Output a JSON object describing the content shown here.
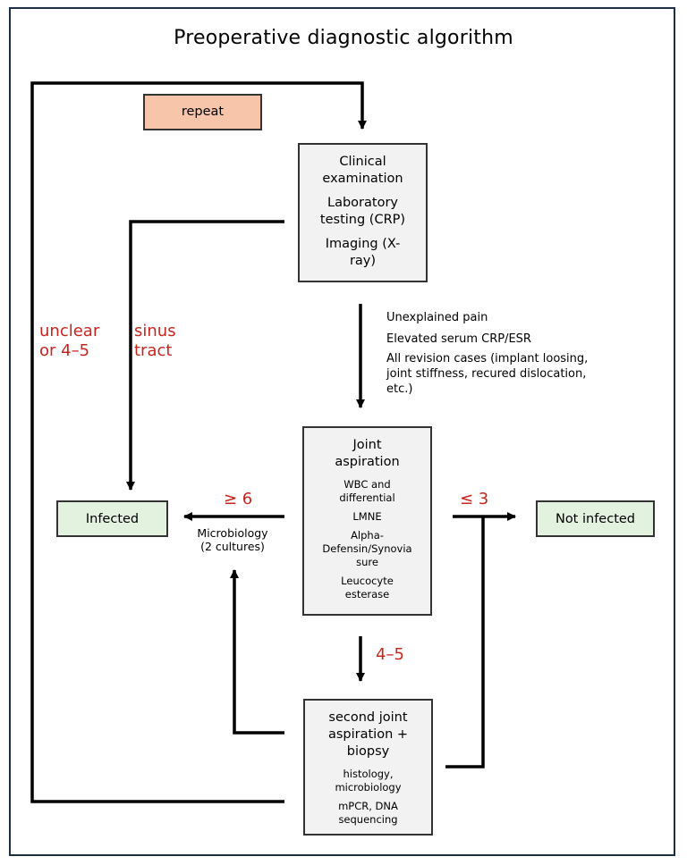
{
  "title": "Preoperative diagnostic algorithm",
  "colors": {
    "red_label": "#c8251f",
    "grey_box": "#f2f2f2",
    "green_box": "#e3f1df",
    "orange_box": "#f7c6aa"
  },
  "repeat": "repeat",
  "clinical": {
    "line1": "Clinical",
    "line2": "examination",
    "line3": "Laboratory",
    "line4": "testing (CRP)",
    "line5": "Imaging (X-",
    "line6": "ray)"
  },
  "indications": {
    "line1": "Unexplained pain",
    "line2": "Elevated serum CRP/ESR",
    "line3": "All revision cases (implant loosing,",
    "line4": "joint stiffness, recured dislocation,",
    "line5": "etc.)"
  },
  "labels": {
    "unclear_1": "unclear",
    "unclear_2": "or 4–5",
    "sinus_1": "sinus",
    "sinus_2": "tract",
    "ge6": "≥ 6",
    "le3": "≤ 3",
    "four_five": "4–5"
  },
  "joint": {
    "title1": "Joint",
    "title2": "aspiration",
    "l1": "WBC and",
    "l2": "differential",
    "l3": "LMNE",
    "l4": "Alpha-",
    "l5": "Defensin/Synovia",
    "l6": "sure",
    "l7": "Leucocyte",
    "l8": "esterase"
  },
  "infected": "Infected",
  "not_infected": "Not infected",
  "micro": {
    "line1": "Microbiology",
    "line2": "(2 cultures)"
  },
  "second": {
    "t1": "second joint",
    "t2": "aspiration +",
    "t3": "biopsy",
    "l1": "histology,",
    "l2": "microbiology",
    "l3": "mPCR, DNA",
    "l4": "sequencing"
  }
}
